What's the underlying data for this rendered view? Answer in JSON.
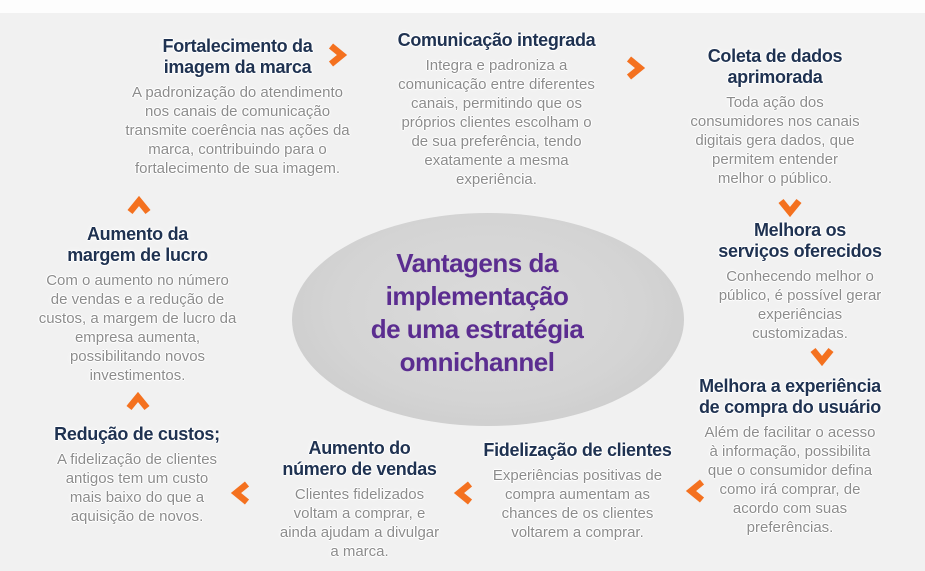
{
  "page": {
    "title": "Vantagens da implementação de uma estratégia omnichannel"
  },
  "colors": {
    "title_navy": "#1f3251",
    "body_gray": "#8c8c8c",
    "accent_orange": "#f4711f",
    "center_purple": "#5b2d90",
    "ellipse_gray": "#d4d4d4",
    "page_bg": "#f1f1f1"
  },
  "center": {
    "heading": "Vantagens da\nimplementação\nde uma estratégia\nomnichannel"
  },
  "nodes": [
    {
      "id": "fortalecimento-imagem-marca",
      "title": "Fortalecimento da\nimagem da marca",
      "description": "A padronização do atendimento\nnos canais de comunicação\ntransmite coerência nas ações da\nmarca, contribuindo para o\nfortalecimento de sua imagem."
    },
    {
      "id": "comunicacao-integrada",
      "title": "Comunicação integrada",
      "description": "Integra e padroniza a\ncomunicação entre diferentes\ncanais, permitindo que os\npróprios clientes escolham o\nde sua preferência, tendo\nexatamente a mesma\nexperiência."
    },
    {
      "id": "coleta-dados-aprimorada",
      "title": "Coleta de dados\naprimorada",
      "description": "Toda ação dos\nconsumidores nos canais\ndigitais gera dados, que\npermitem entender\nmelhor o público."
    },
    {
      "id": "melhora-servicos-oferecidos",
      "title": "Melhora os\nserviços oferecidos",
      "description": "Conhecendo melhor o\npúblico, é possível gerar\nexperiências\ncustomizadas."
    },
    {
      "id": "melhora-experiencia-compra",
      "title": "Melhora a experiência\nde compra do usuário",
      "description": "Além de facilitar o acesso\nà informação, possibilita\nque o consumidor defina\ncomo irá comprar, de\nacordo com suas\npreferências."
    },
    {
      "id": "fidelizacao-clientes",
      "title": "Fidelização de clientes",
      "description": "Experiências positivas de\ncompra aumentam as\nchances de os clientes\nvoltarem a comprar."
    },
    {
      "id": "aumento-numero-vendas",
      "title": "Aumento do\nnúmero de vendas",
      "description": "Clientes fidelizados\nvoltam a comprar, e\nainda ajudam a divulgar\na marca."
    },
    {
      "id": "reducao-custos",
      "title": "Redução de custos;",
      "description": "A fidelização de clientes\nantigos tem um custo\nmais baixo do que a\naquisição de novos."
    },
    {
      "id": "aumento-margem-lucro",
      "title": "Aumento da\nmargem de lucro",
      "description": "Com o aumento no número\nde vendas e a redução de\ncustos, a margem de lucro da\nempresa aumenta,\npossibilitando novos\ninvestimentos."
    }
  ],
  "arrows": [
    {
      "direction": "right"
    },
    {
      "direction": "right"
    },
    {
      "direction": "down"
    },
    {
      "direction": "down"
    },
    {
      "direction": "left"
    },
    {
      "direction": "left"
    },
    {
      "direction": "left"
    },
    {
      "direction": "up"
    },
    {
      "direction": "up"
    }
  ]
}
